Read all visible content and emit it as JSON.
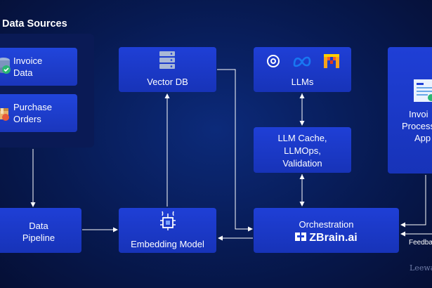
{
  "data_sources": {
    "title": "Data Sources",
    "invoice_line1": "Invoice",
    "invoice_line2": "Data",
    "purchase_line1": "Purchase",
    "purchase_line2": "Orders"
  },
  "nodes": {
    "vector_db": "Vector DB",
    "llms": "LLMs",
    "llm_cache_line1": "LLM Cache,",
    "llm_cache_line2": "LLMOps,",
    "llm_cache_line3": "Validation",
    "data_pipeline_line1": "Data",
    "data_pipeline_line2": "Pipeline",
    "embedding_model": "Embedding Model",
    "orchestration": "Orchestration",
    "zbrain_brand": "ZBrain.ai",
    "app_line1": "Invoi",
    "app_line2": "Process",
    "app_line3": "App"
  },
  "feedback_label": "Feedba",
  "watermark": "Leewa",
  "colors": {
    "background": "#071a52",
    "box": "#1f3fd6",
    "panel": "#0a1a55",
    "arrow": "#ffffff"
  },
  "icons": [
    "database-icon",
    "openai-icon",
    "meta-icon",
    "mistral-icon",
    "chip-icon",
    "invoice-icon",
    "purchase-box-icon",
    "app-document-icon",
    "zbrain-logo-icon"
  ]
}
